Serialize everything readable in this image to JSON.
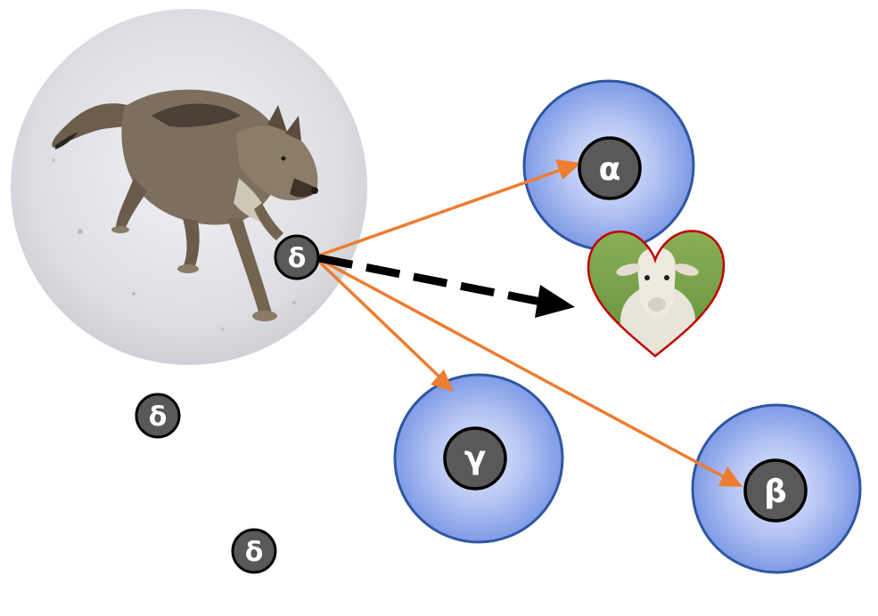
{
  "colors": {
    "halo_fill_center": "#dfe6fb",
    "halo_fill_edge": "#7f9be6",
    "halo_stroke": "#2f56a0",
    "node_fill": "#595959",
    "node_stroke": "#000000",
    "node_text": "#ffffff",
    "orange_arrow": "#ed7d31",
    "dashed_arrow": "#000000",
    "heart_stroke": "#c00000"
  },
  "nodes": {
    "wolf_node": "δ",
    "alpha": "α",
    "beta": "β",
    "gamma": "γ",
    "delta_a": "δ",
    "delta_b": "δ"
  },
  "icons": {
    "wolf": "wolf-photo",
    "sheep": "sheep-in-heart"
  }
}
